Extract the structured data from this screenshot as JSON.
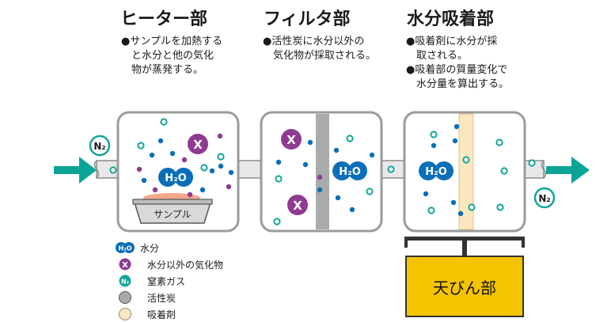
{
  "sections": {
    "heater": {
      "title": "ヒーター部",
      "note": "●サンプルを加熱する\n　と水分と他の気化\n　物が蒸発する。"
    },
    "filter": {
      "title": "フィルタ部",
      "note": "●活性炭に水分以外の\n　気化物が採取される。"
    },
    "absorber": {
      "title": "水分吸着部",
      "note": "●吸着剤に水分が採\n　取される。\n●吸着部の質量変化で\n　水分量を算出する。"
    }
  },
  "labels": {
    "n2_symbol": "N₂",
    "h2o_symbol": "H₂O",
    "x_symbol": "X",
    "sample": "サンプル",
    "balance": "天びん部"
  },
  "legend": [
    {
      "icon": "h2o",
      "symbol": "H₂O",
      "text": "水分"
    },
    {
      "icon": "x",
      "symbol": "X",
      "text": "水分以外の気化物"
    },
    {
      "icon": "n2",
      "symbol": "N₂",
      "text": "窒素ガス"
    },
    {
      "icon": "carbon",
      "symbol": "",
      "text": "活性炭"
    },
    {
      "icon": "absorbent",
      "symbol": "",
      "text": "吸着剤"
    }
  ],
  "colors": {
    "h2o": "#0a6fb8",
    "x": "#8e3b91",
    "n2": "#13a597",
    "carbon": "#a9aaac",
    "absorbent": "#fbe7bd",
    "balance": "#f5c400",
    "arrow": "#0aa597",
    "chamber_border": "#9b9b9b",
    "pipe": "#e8e8e8"
  }
}
